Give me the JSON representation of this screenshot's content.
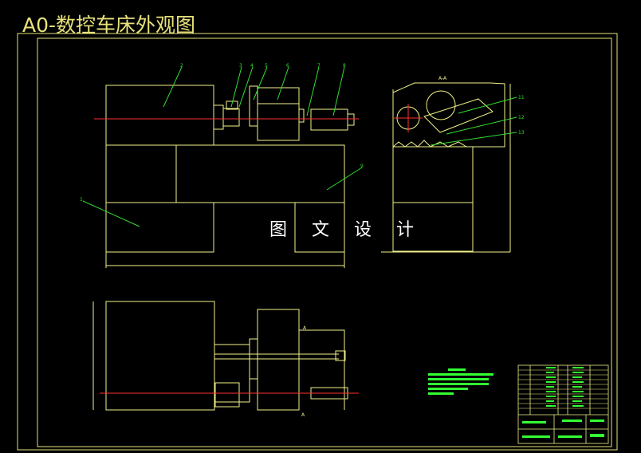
{
  "drawing": {
    "title": "A0-数控车床外观图",
    "watermark": "图 文 设 计",
    "section_label": "A-A",
    "section_mark_a": "A",
    "part_numbers": {
      "p1": "1",
      "p2": "2",
      "p3": "3",
      "p4": "4",
      "p5": "5",
      "p6": "6",
      "p7": "7",
      "p8": "8",
      "p9": "9",
      "p11": "11",
      "p12": "12",
      "p13": "13"
    }
  },
  "colors": {
    "background": "#000000",
    "border": "#e8e27a",
    "outline": "#f2f28a",
    "centerline": "#ff3030",
    "leader": "#33dd33",
    "title": "#e8e27a",
    "notes": "#33ff33"
  }
}
